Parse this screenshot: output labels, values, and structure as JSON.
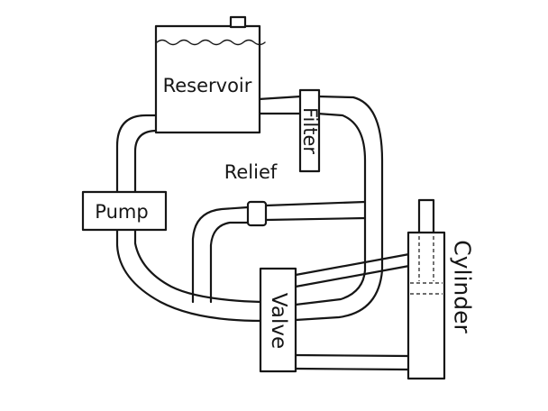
{
  "diagram": {
    "ink_color": "#161616",
    "background": "#ffffff",
    "labels": {
      "reservoir": "Reservoir",
      "filter": "Filter",
      "relief": "Relief",
      "pump": "Pump",
      "valve": "Valve",
      "cylinder": "Cylinder"
    }
  }
}
